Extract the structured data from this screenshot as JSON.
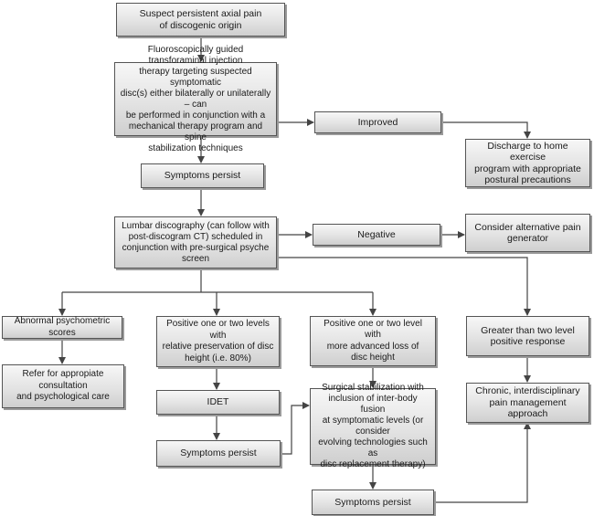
{
  "nodes": {
    "suspect": {
      "text": "Suspect persistent axial pain\nof discogenic origin"
    },
    "fluoro": {
      "text": "Fluoroscopically guided transforaminal injection\ntherapy targeting suspected symptomatic\ndisc(s) either bilaterally or unilaterally – can\nbe performed in conjunction with a\nmechanical therapy program and spine\nstabilization techniques"
    },
    "improved": {
      "text": "Improved"
    },
    "discharge": {
      "text": "Discharge to home exercise\nprogram with appropriate\npostural precautions"
    },
    "persist1": {
      "text": "Symptoms persist"
    },
    "discography": {
      "text": "Lumbar discography (can follow with\npost-discogram CT) scheduled in\nconjunction with pre-surgical psyche screen"
    },
    "negative": {
      "text": "Negative"
    },
    "alternative": {
      "text": "Consider alternative pain\ngenerator"
    },
    "abnormal": {
      "text": "Abnormal psychometric scores"
    },
    "refer": {
      "text": "Refer for appropiate consultation\nand psychological care"
    },
    "positive_pres": {
      "text": "Positive one or two levels with\nrelative preservation of disc\nheight (i.e. 80%)"
    },
    "idet": {
      "text": "IDET"
    },
    "persist2": {
      "text": "Symptoms persist"
    },
    "positive_loss": {
      "text": "Positive one or two level with\nmore advanced loss of\ndisc height"
    },
    "surgical": {
      "text": "Surgical stabilization with\ninclusion of inter-body fusion\nat symptomatic levels (or consider\nevolving technologies such as\ndisc replacement therapy)"
    },
    "persist3": {
      "text": "Symptoms persist"
    },
    "greater": {
      "text": "Greater than two level\npositive response"
    },
    "chronic": {
      "text": "Chronic, interdisciplinary\npain management approach"
    }
  }
}
